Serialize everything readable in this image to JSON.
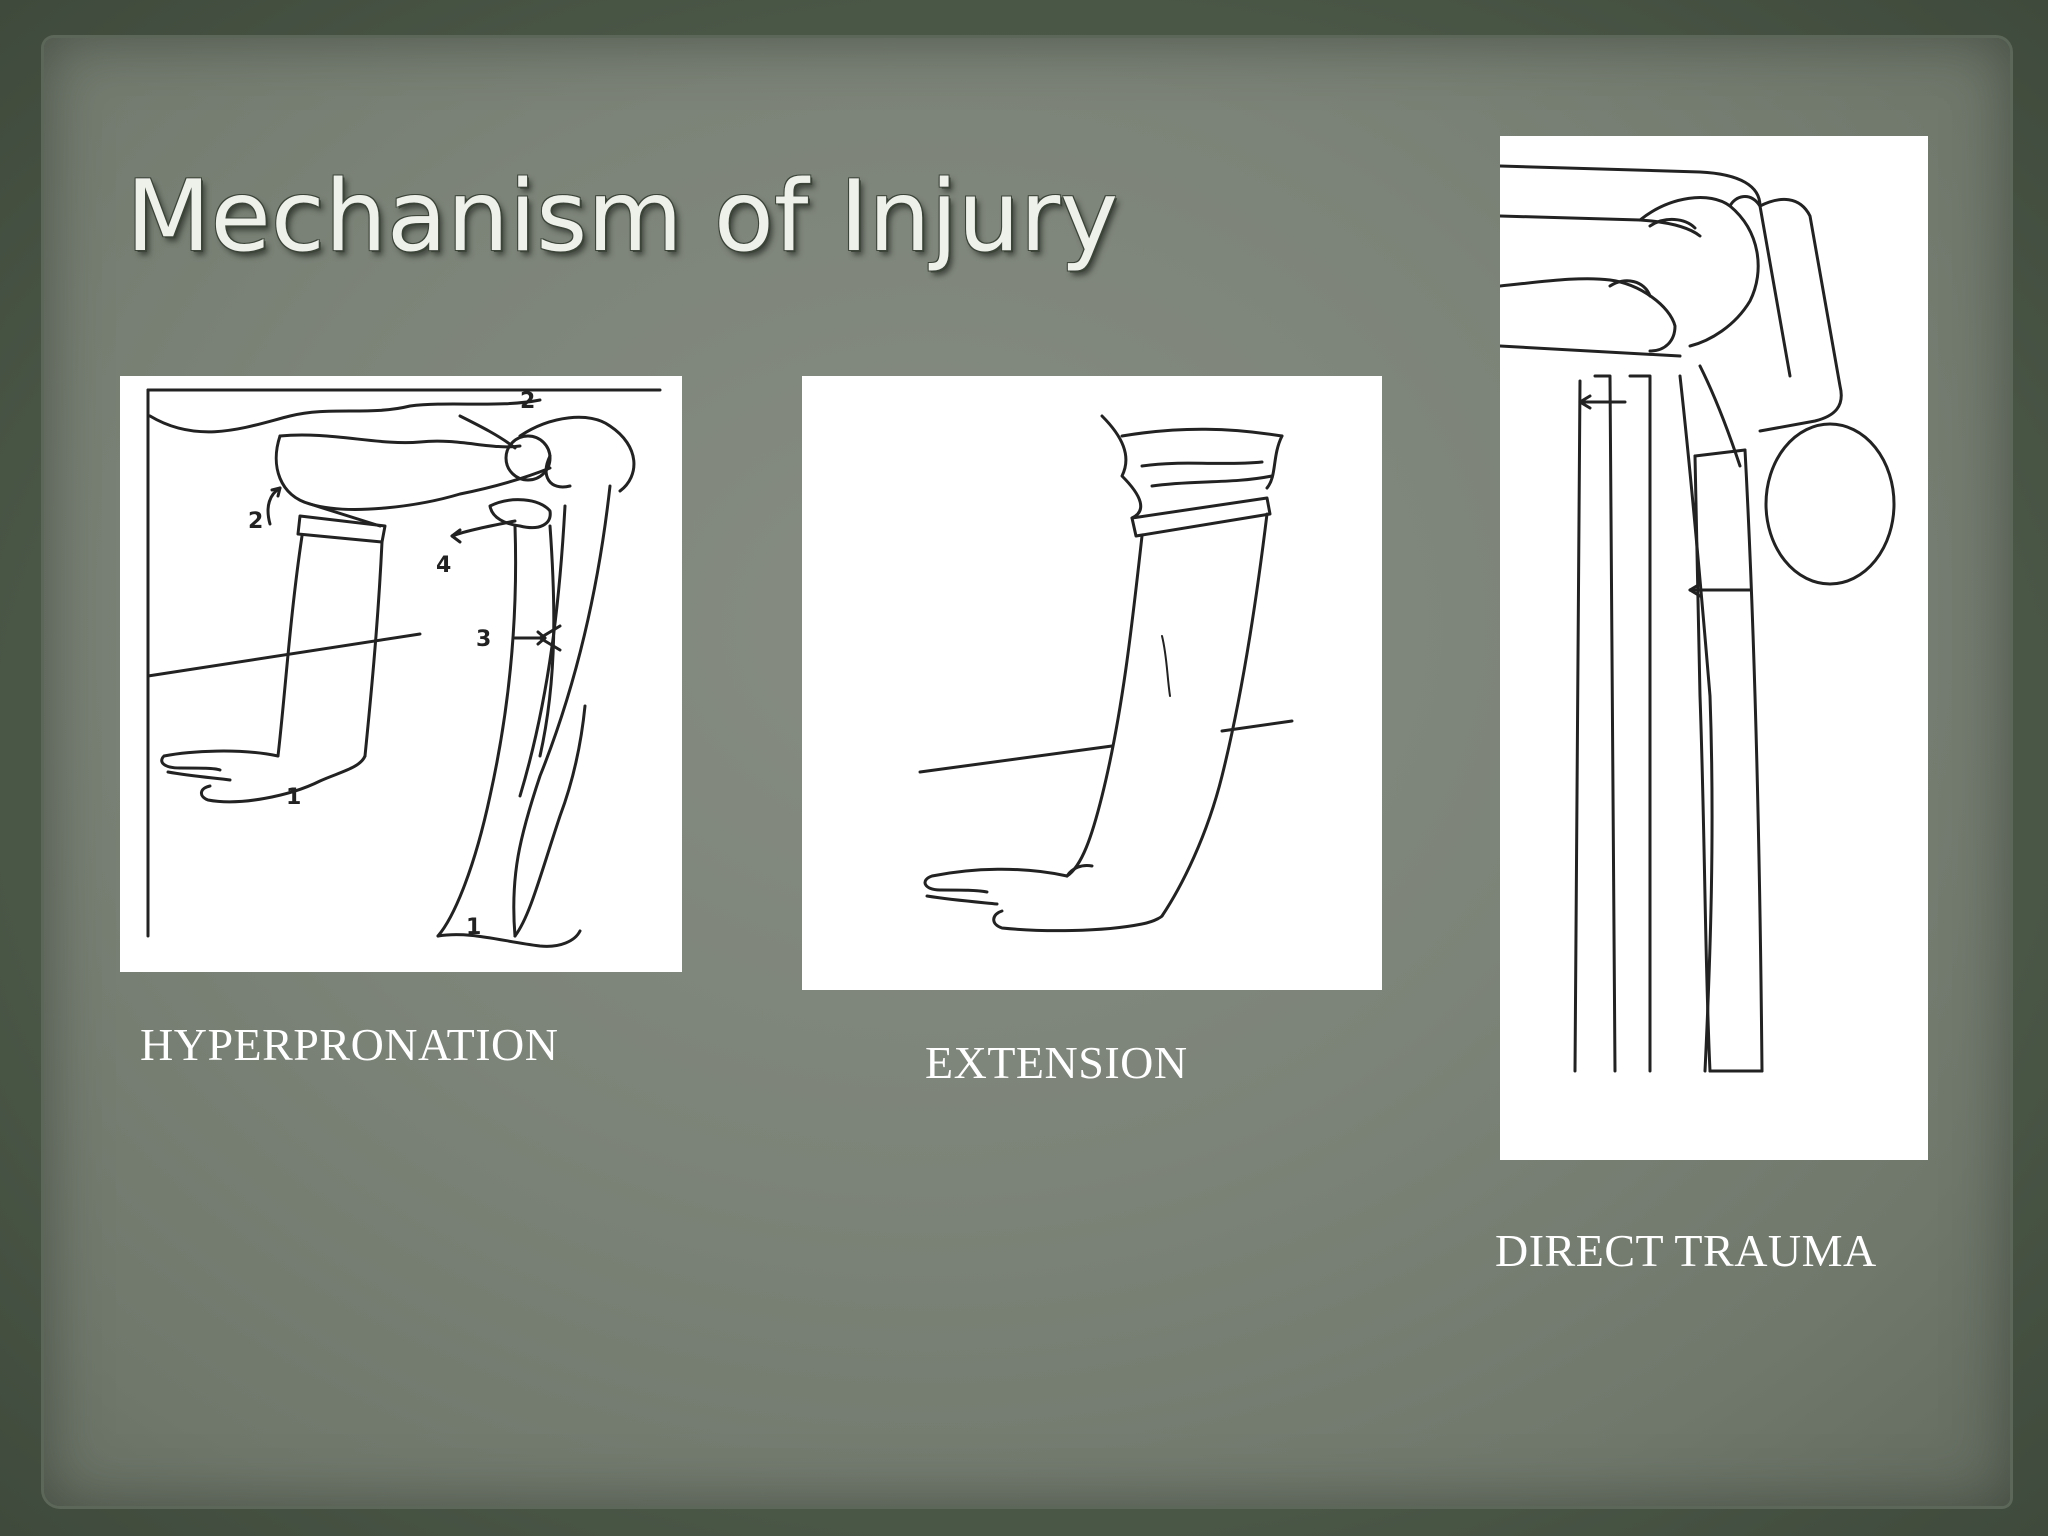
{
  "slide": {
    "title": "Mechanism of Injury",
    "panels": [
      {
        "caption": "HYPERPRONATION",
        "labels": [
          "2",
          "2",
          "4",
          "3",
          "1",
          "1"
        ]
      },
      {
        "caption": "EXTENSION"
      },
      {
        "caption": "DIRECT TRAUMA"
      }
    ]
  }
}
